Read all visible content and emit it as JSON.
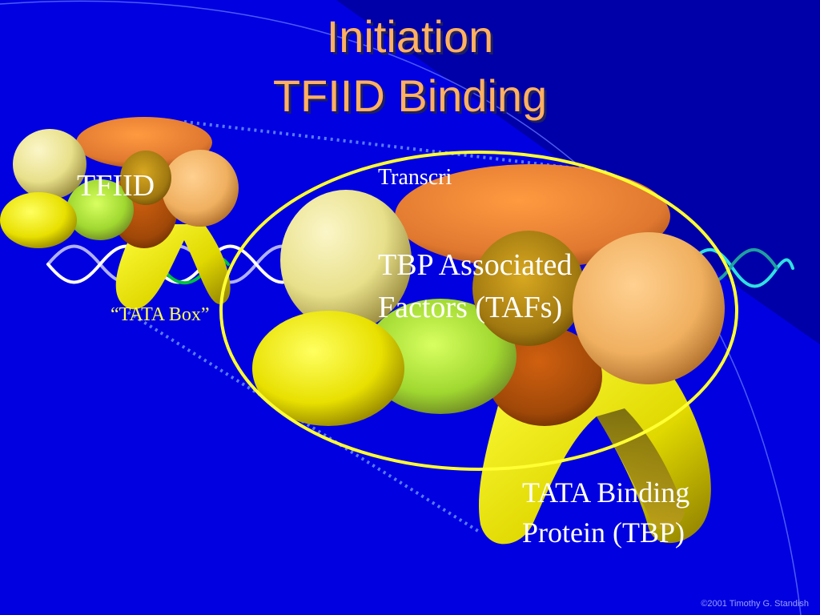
{
  "title": {
    "line1": "Initiation",
    "line2": "TFIID Binding"
  },
  "labels": {
    "tfiid": "TFIID",
    "tata_box": "“TATA Box”",
    "transcription": "Transcri",
    "tafs_line1": "TBP Associated",
    "tafs_line2": "Factors (TAFs)",
    "tbp_line1": "TATA Binding",
    "tbp_line2": "Protein (TBP)"
  },
  "footer": {
    "copyright": "©2001 Timothy G. Standish"
  },
  "colors": {
    "background": "#0000e0",
    "background_dark": "#0000a8",
    "title": "#ffb060",
    "highlight_ring": "#ffff33",
    "dna_left": "#ffffff",
    "dna_tata": "#00c040",
    "dna_right": "#30e0e0"
  }
}
